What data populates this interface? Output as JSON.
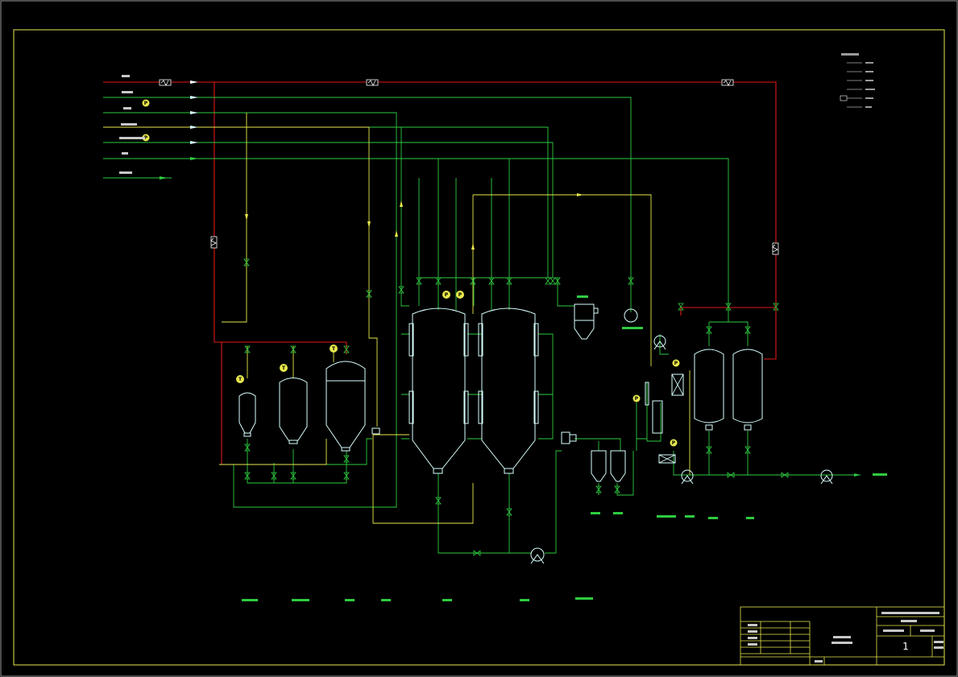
{
  "instrument_letters": {
    "pressure": "P",
    "temperature": "T"
  },
  "title_block": {
    "drawing_number": "1"
  },
  "colors": {
    "background": "#000000",
    "frame": "#e8e84c",
    "steam_line": "#e01818",
    "process_line": "#2ecc40",
    "condensate_line": "#e8e84c",
    "equipment_outline": "#d8ffff",
    "valve": "#2ecc40",
    "label_text": "#2ecc40",
    "small_text": "#ffffff"
  },
  "icons": [
    "valve-icon",
    "pump-icon",
    "pressure-gauge-icon",
    "thermometer-icon",
    "steam-trap-icon",
    "flow-arrow-icon"
  ]
}
